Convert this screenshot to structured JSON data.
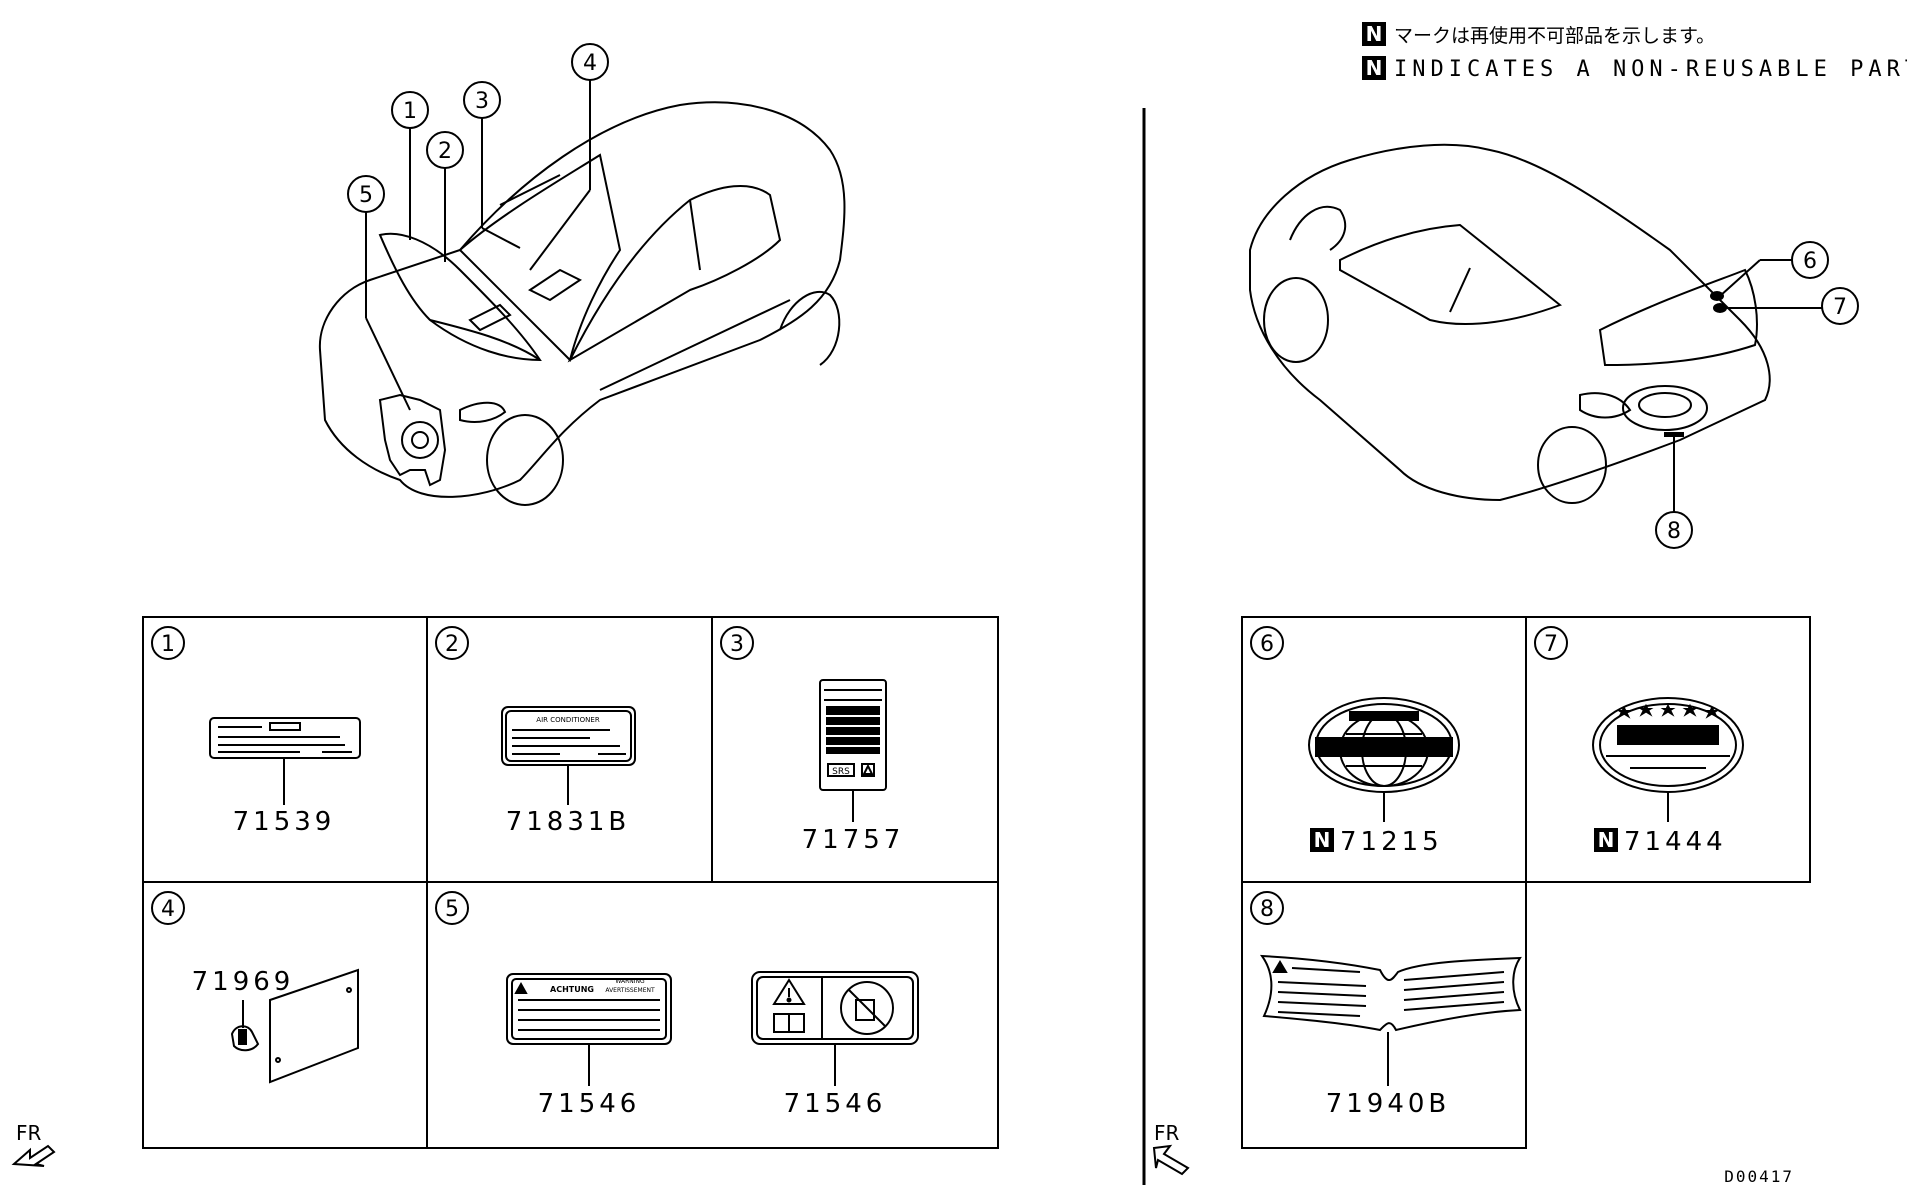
{
  "legend": {
    "badge": "N",
    "line_jp": "マークは再使用不可部品を示します。",
    "line_en": "INDICATES A NON-REUSABLE PART."
  },
  "callouts": [
    "1",
    "2",
    "3",
    "4",
    "5",
    "6",
    "7",
    "8"
  ],
  "panels": [
    {
      "num": "1",
      "parts": [
        {
          "pn": "71539",
          "nonreusable": false
        }
      ]
    },
    {
      "num": "2",
      "parts": [
        {
          "pn": "71831B",
          "nonreusable": false
        }
      ]
    },
    {
      "num": "3",
      "parts": [
        {
          "pn": "71757",
          "nonreusable": false
        }
      ]
    },
    {
      "num": "4",
      "parts": [
        {
          "pn": "71969",
          "nonreusable": false
        }
      ]
    },
    {
      "num": "5",
      "parts": [
        {
          "pn": "71546",
          "nonreusable": false
        },
        {
          "pn": "71546",
          "nonreusable": false
        }
      ]
    },
    {
      "num": "6",
      "parts": [
        {
          "pn": "71215",
          "nonreusable": true
        }
      ]
    },
    {
      "num": "7",
      "parts": [
        {
          "pn": "71444",
          "nonreusable": true
        }
      ]
    },
    {
      "num": "8",
      "parts": [
        {
          "pn": "71940B",
          "nonreusable": false
        }
      ]
    }
  ],
  "label_text": {
    "ac_title": "AIR CONDITIONER",
    "srs": "SRS",
    "achtung": "ACHTUNG",
    "warning": "WARNING",
    "avertissement": "AVERTISSEMENT"
  },
  "direction": "FR",
  "diagram_code": "D00417"
}
